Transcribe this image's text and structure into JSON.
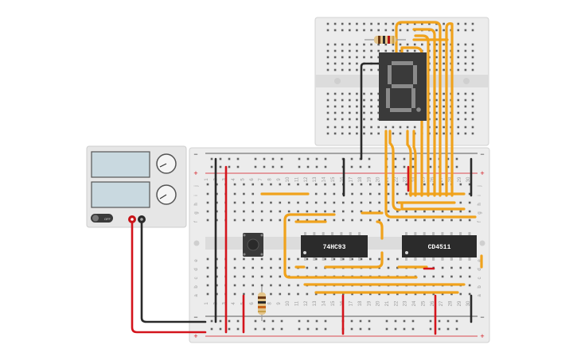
{
  "chips": {
    "counter": {
      "label": "74HC93"
    },
    "decoder": {
      "label": "CD4511"
    }
  },
  "power_supply": {
    "switch_label": "OFF"
  },
  "breadboard": {
    "column_numbers": [
      "1",
      "2",
      "3",
      "4",
      "5",
      "6",
      "7",
      "8",
      "9",
      "10",
      "11",
      "12",
      "13",
      "14",
      "15",
      "16",
      "17",
      "18",
      "19",
      "20",
      "21",
      "22",
      "23",
      "24",
      "25",
      "26",
      "27",
      "28",
      "29",
      "30"
    ],
    "top_rows": [
      "j",
      "i",
      "h",
      "g",
      "f"
    ],
    "bottom_rows": [
      "e",
      "d",
      "c",
      "b",
      "a"
    ],
    "rail_minus": "−",
    "rail_plus": "+"
  },
  "colors": {
    "signal_wire": "#f0a21c",
    "ground_wire": "#2a2a2a",
    "power_wire": "#d4141c",
    "chip_body": "#2b2b2b",
    "display_body": "#3a3a3a",
    "display_segment": "#8a8a8a",
    "board": "#ececec"
  },
  "icons": [
    "button-icon",
    "resistor-icon",
    "seven-segment-display-icon",
    "knob-icon"
  ]
}
